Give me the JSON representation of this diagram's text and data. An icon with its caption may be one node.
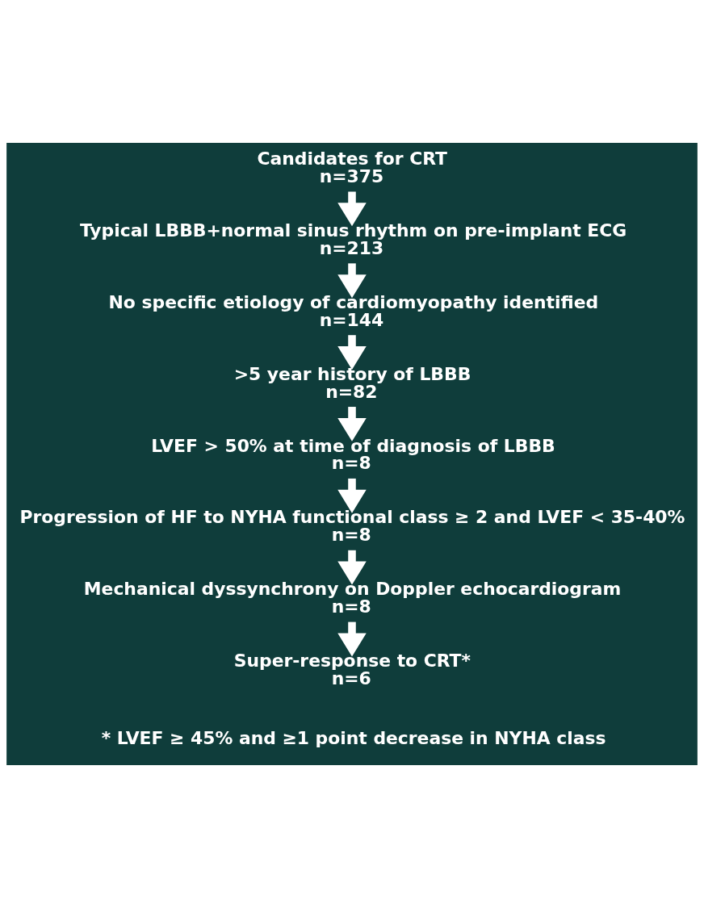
{
  "diagram": {
    "nodes": [
      {
        "text": [
          "Candidates for CRT",
          "n=375"
        ]
      },
      {
        "text": [
          "Typical LBBB+normal sinus rhythm on pre-implant ECG",
          "n=213"
        ]
      },
      {
        "text": [
          "No specific etiology of cardiomyopathy identified",
          "n=144"
        ]
      },
      {
        "text": [
          ">5 year history of LBBB",
          "n=82"
        ]
      },
      {
        "text": [
          "LVEF > 50% at time of diagnosis of LBBB",
          "n=8"
        ]
      },
      {
        "text": [
          "Progression of HF to NYHA functional class ≥ 2 and LVEF < 35-40%",
          "n=8"
        ]
      },
      {
        "text": [
          "Mechanical dyssynchrony on Doppler echocardiogram",
          "n=8"
        ]
      },
      {
        "text": [
          "Super-response to CRT*",
          "n=6"
        ]
      }
    ],
    "edges": [
      {
        "from": 0,
        "to": 1,
        "arrow": "to"
      },
      {
        "from": 1,
        "to": 2,
        "arrow": "to"
      },
      {
        "from": 2,
        "to": 3,
        "arrow": "to"
      },
      {
        "from": 3,
        "to": 4,
        "arrow": "to"
      },
      {
        "from": 4,
        "to": 5,
        "arrow": "to"
      },
      {
        "from": 5,
        "to": 6,
        "arrow": "to"
      },
      {
        "from": 6,
        "to": 7,
        "arrow": "to"
      }
    ],
    "labels": [
      "* LVEF ≥ 45% and ≥1 point decrease in NYHA class"
    ]
  }
}
